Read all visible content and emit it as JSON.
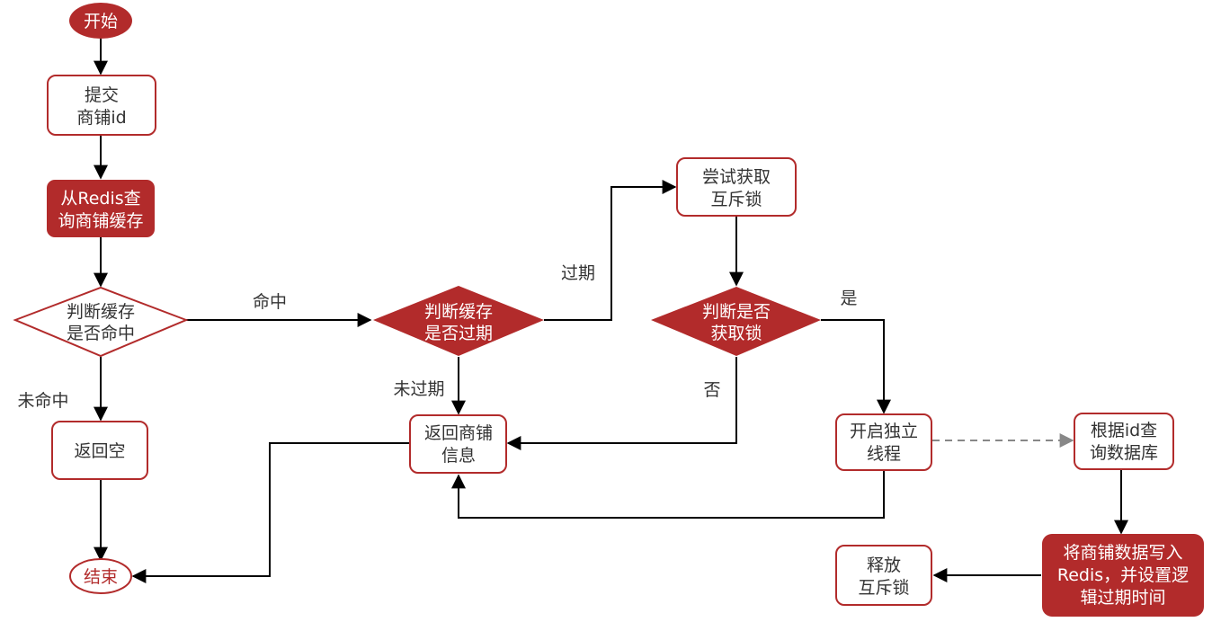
{
  "colors": {
    "accent": "#b22b2b",
    "border": "#b22b2b",
    "line": "#000000",
    "dashed": "#888888",
    "text_dark": "#333333",
    "text_light": "#ffffff"
  },
  "nodes": {
    "start": "开始",
    "submit_line1": "提交",
    "submit_line2": "商铺id",
    "query_line1": "从Redis查",
    "query_line2": "询商铺缓存",
    "hit_line1": "判断缓存",
    "hit_line2": "是否命中",
    "return_empty": "返回空",
    "end": "结束",
    "expired_line1": "判断缓存",
    "expired_line2": "是否过期",
    "return_info_line1": "返回商铺",
    "return_info_line2": "信息",
    "trylock_line1": "尝试获取",
    "trylock_line2": "互斥锁",
    "gotlock_line1": "判断是否",
    "gotlock_line2": "获取锁",
    "thread_line1": "开启独立",
    "thread_line2": "线程",
    "db_line1": "根据id查",
    "db_line2": "询数据库",
    "write_line1": "将商铺数据写入",
    "write_line2": "Redis，并设置逻",
    "write_line3": "辑过期时间",
    "release_line1": "释放",
    "release_line2": "互斥锁"
  },
  "edges": {
    "hit": "命中",
    "miss": "未命中",
    "expired": "过期",
    "not_expired": "未过期",
    "yes": "是",
    "no": "否"
  }
}
